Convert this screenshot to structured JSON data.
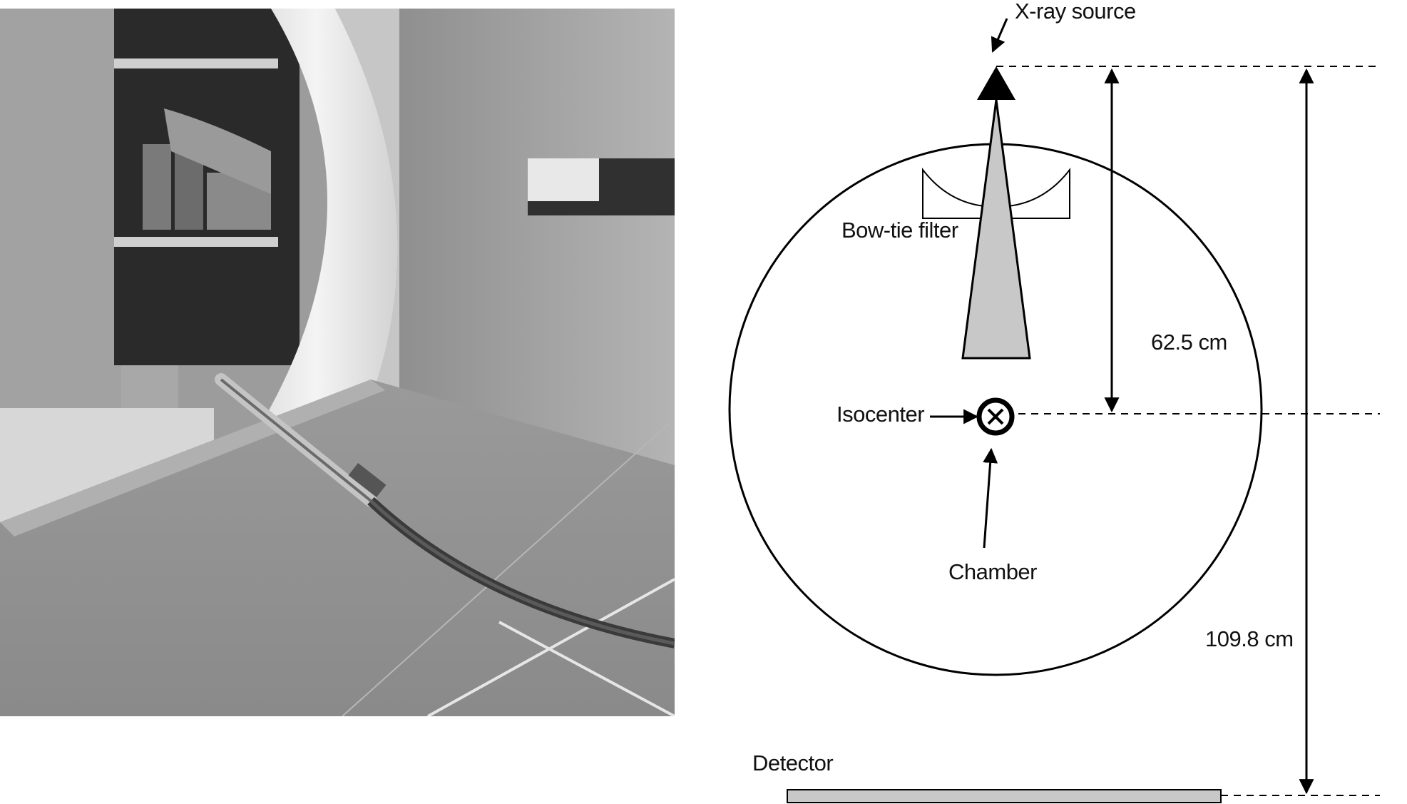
{
  "labels": {
    "xray_source": "X-ray source",
    "bowtie_filter": "Bow-tie filter",
    "isocenter": "Isocenter",
    "chamber": "Chamber",
    "detector": "Detector",
    "dist_source_isocenter": "62.5 cm",
    "dist_source_detector": "109.8 cm"
  },
  "colors": {
    "beam_fill": "#c8c8c8",
    "detector_fill": "#c8c8c8",
    "line": "#000000"
  }
}
